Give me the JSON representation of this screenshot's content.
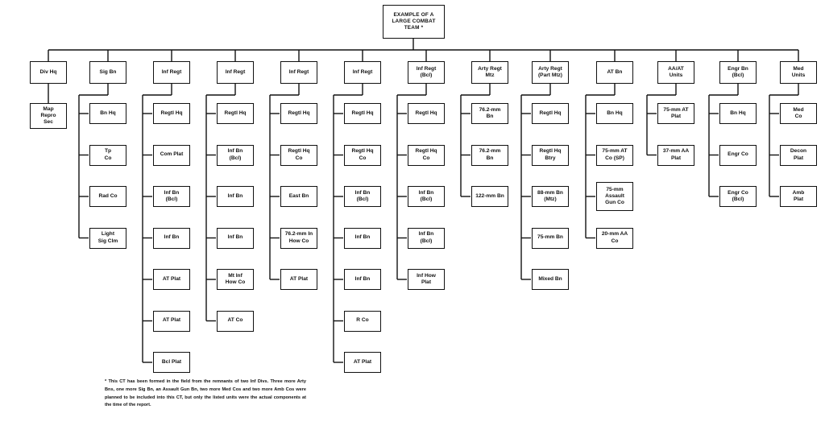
{
  "title": "EXAMPLE OF A\nLARGE COMBAT\nTEAM *",
  "footnote": "* This CT has been formed in the field from the remnants of two Inf Divs.  Three more Arty Bns, one more Sig Bn, an Assault Gun Bn, two more Med Cos and two more Amb Cos were planned to be included into this CT, but only the listed units were the actual components at the time of the report.",
  "units": [
    {
      "label": "Div Hq",
      "children": [
        "Map\nRepro\nSec"
      ]
    },
    {
      "label": "Sig Bn",
      "children": [
        "Bn Hq",
        "Tp\nCo",
        "Rad Co",
        "Light\nSig Clm"
      ]
    },
    {
      "label": "Inf Regt",
      "children": [
        "Regtl Hq",
        "Com Plat",
        "Inf Bn\n(Bcl)",
        "Inf Bn",
        "AT Plat",
        "AT Plat",
        "Bcl Plat"
      ]
    },
    {
      "label": "Inf Regt",
      "children": [
        "Regtl Hq",
        "Inf Bn\n(Bcl)",
        "Inf Bn",
        "Inf Bn",
        "Mt Inf\nHow Co",
        "AT Co"
      ]
    },
    {
      "label": "Inf Regt",
      "children": [
        "Regtl Hq",
        "Regtl Hq\nCo",
        "East Bn",
        "76.2-mm In\nHow Co",
        "AT Plat"
      ]
    },
    {
      "label": "Inf Regt",
      "children": [
        "Regtl Hq",
        "Regtl Hq\nCo",
        "Inf Bn\n(Bcl)",
        "Inf Bn",
        "Inf Bn",
        "R Co",
        "AT Plat"
      ]
    },
    {
      "label": "Inf Regt\n(Bcl)",
      "children": [
        "Regtl Hq",
        "Regtl Hq\nCo",
        "Inf Bn\n(Bcl)",
        "Inf Bn\n(Bcl)",
        "Inf How\nPlat"
      ]
    },
    {
      "label": "Arty Regt\nMtz",
      "children": [
        "76.2-mm\nBn",
        "76.2-mm\nBn",
        "122-mm Bn"
      ]
    },
    {
      "label": "Arty Regt\n(Part Mtz)",
      "children": [
        "Regtl Hq",
        "Regtl Hq\nBtry",
        "88-mm Bn\n(Mtz)",
        "75-mm Bn",
        "Mixed Bn"
      ]
    },
    {
      "label": "AT Bn",
      "children": [
        "Bn Hq",
        "75-mm AT\nCo (SP)",
        "75-mm\nAssault\nGun Co",
        "20-mm AA\nCo"
      ]
    },
    {
      "label": "AA/AT\nUnits",
      "children": [
        "75-mm AT\nPlat",
        "37-mm AA\nPlat"
      ]
    },
    {
      "label": "Engr Bn\n(Bcl)",
      "children": [
        "Bn Hq",
        "Engr Co",
        "Engr Co\n(Bcl)"
      ]
    },
    {
      "label": "Med\nUnits",
      "children": [
        "Med\nCo",
        "Decon\nPlat",
        "Amb\nPlat"
      ]
    }
  ]
}
